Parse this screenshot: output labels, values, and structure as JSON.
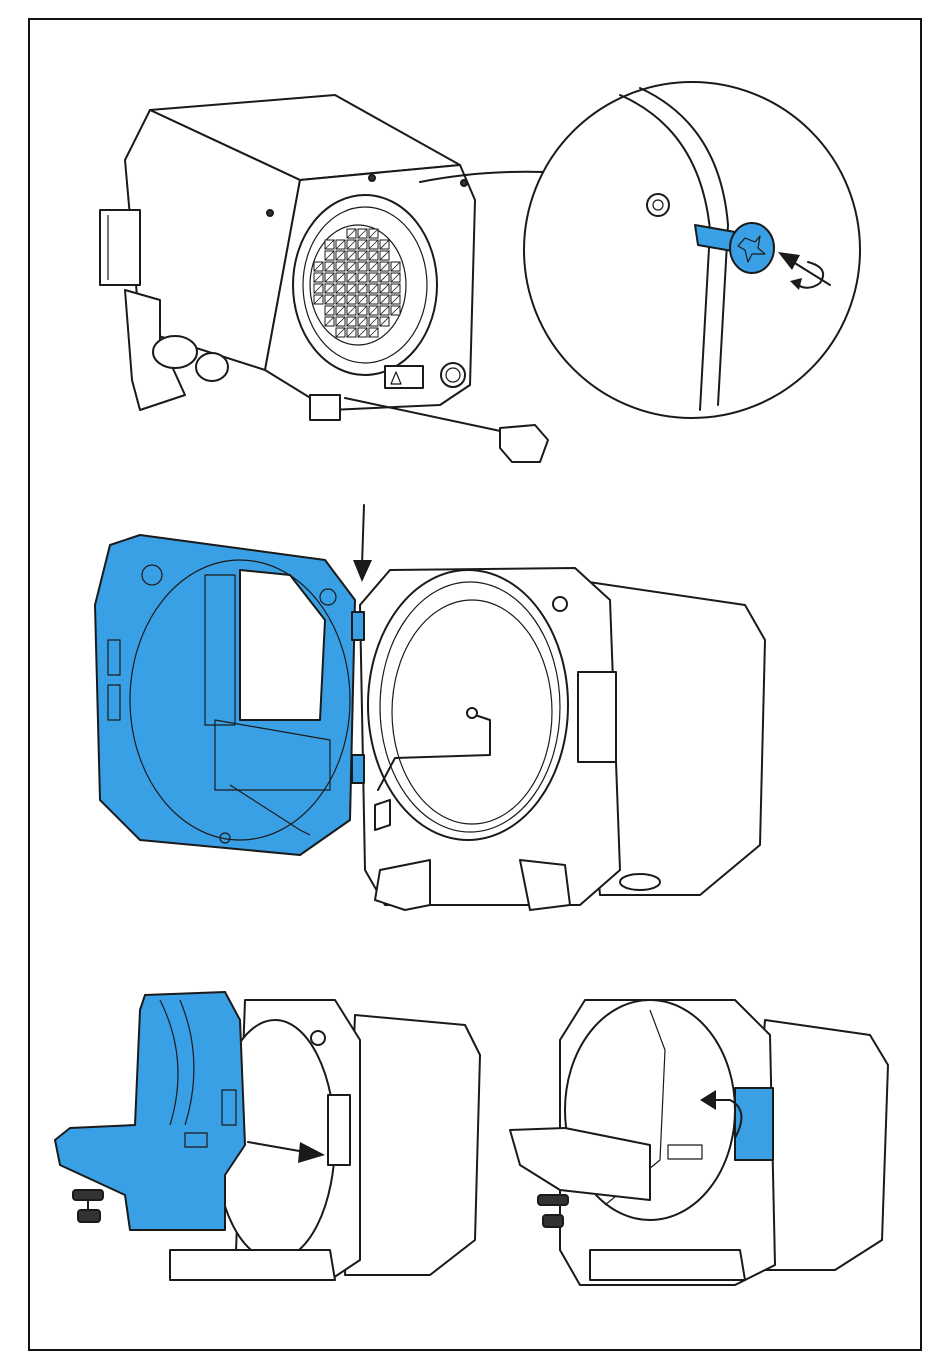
{
  "colors": {
    "highlight": "#3aa0e6",
    "line": "#1a1a1a",
    "background": "#ffffff"
  },
  "steps": [
    {
      "id": "step-1",
      "action": "remove-rear-screw",
      "icon": "torx-screw-icon"
    },
    {
      "id": "step-2",
      "action": "lift-off-door",
      "icon": "arrow-down-icon"
    },
    {
      "id": "step-3",
      "action": "slide-tray-in",
      "icon": "arrow-right-icon"
    },
    {
      "id": "step-4",
      "action": "fold-hinge-cover",
      "icon": "curved-arrow-icon"
    }
  ]
}
